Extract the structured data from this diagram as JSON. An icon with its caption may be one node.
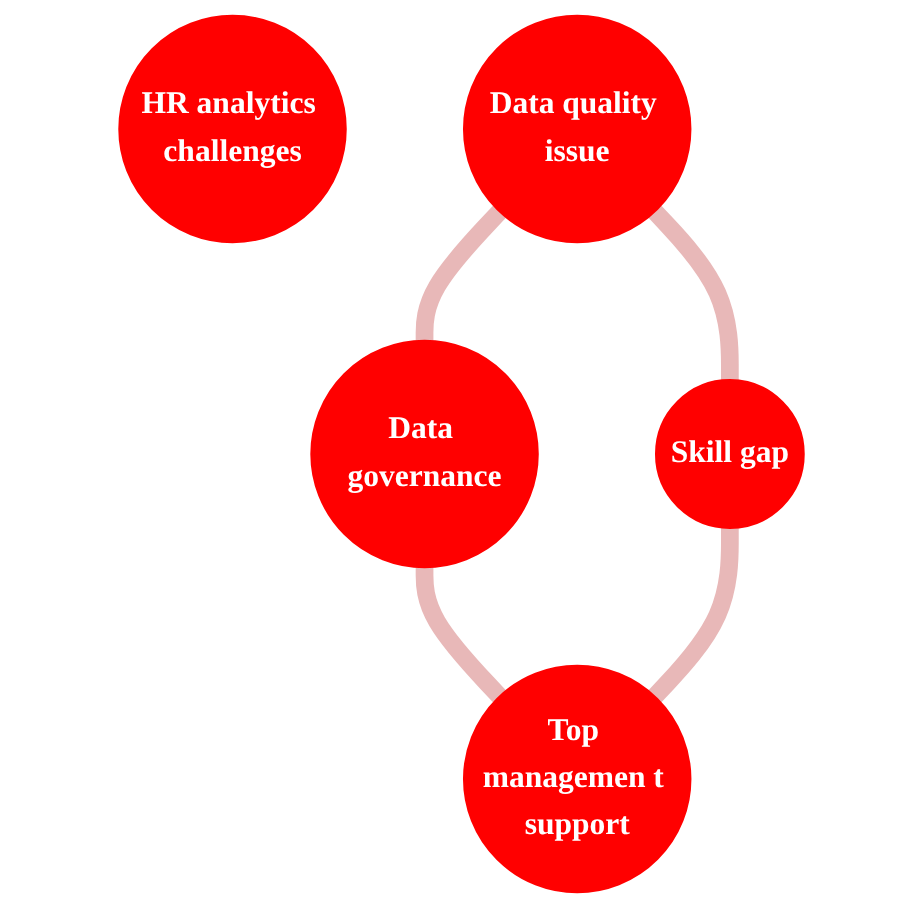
{
  "diagram": {
    "nodes": [
      {
        "text": [
          "HR analytics challenges"
        ]
      },
      {
        "text": [
          "Data quality issue"
        ]
      },
      {
        "text": [
          "Data governance"
        ]
      },
      {
        "text": [
          "Top managemen t support"
        ]
      },
      {
        "text": [
          "Skill gap"
        ]
      }
    ],
    "edges": [
      {
        "from": 1,
        "to": 2,
        "arrow": "none"
      },
      {
        "from": 2,
        "to": 3,
        "arrow": "none"
      },
      {
        "from": 1,
        "to": 4,
        "arrow": "none"
      },
      {
        "from": 4,
        "to": 3,
        "arrow": "none"
      }
    ]
  }
}
